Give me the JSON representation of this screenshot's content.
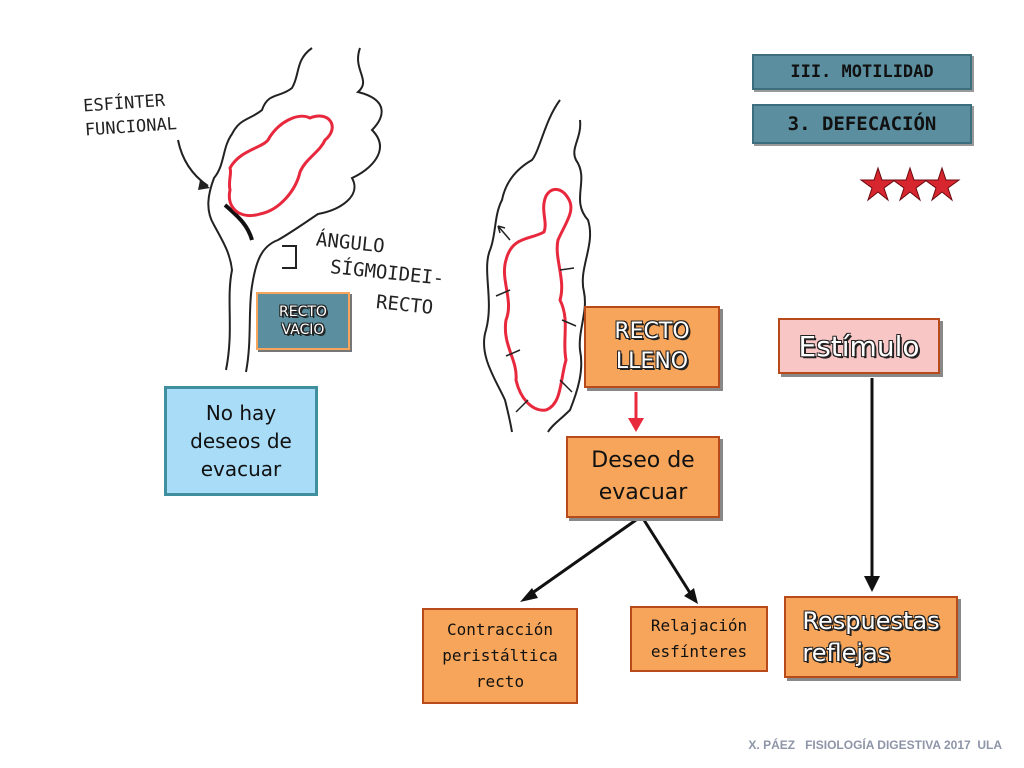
{
  "tags": {
    "section": "III. MOTILIDAD",
    "subsection": "3. DEFECACIÓN",
    "stars": "***"
  },
  "drawing_labels": {
    "sphincter": "ESFÍNTER FUNCIONAL",
    "angle_line1": "ÁNGULO",
    "angle_line2": "SÍGMOIDEI-",
    "angle_line3": "RECTO"
  },
  "boxes": {
    "recto_vacio": "RECTO\nVACIO",
    "no_hay_deseos": "No hay\ndeseos de\nevacuar",
    "recto_lleno": "RECTO\nLLENO",
    "deseo_evacuar": "Deseo de\nevacuar",
    "contraccion": "Contracción\nperistáltica\nrecto",
    "relajacion": "Relajación\nesfínteres",
    "estimulo": "Estímulo",
    "respuestas": "Respuestas\nreflejas"
  },
  "footer": "X. PÁEZ   FISIOLOGÍA DIGESTIVA 2017  ULA",
  "colors": {
    "teal": "#5b8fa0",
    "orange": "#f6a55a",
    "pink": "#f9c6c6",
    "light_blue": "#a8dcf7",
    "red_stroke": "#e8283c",
    "brown_border": "#b94a1c"
  }
}
